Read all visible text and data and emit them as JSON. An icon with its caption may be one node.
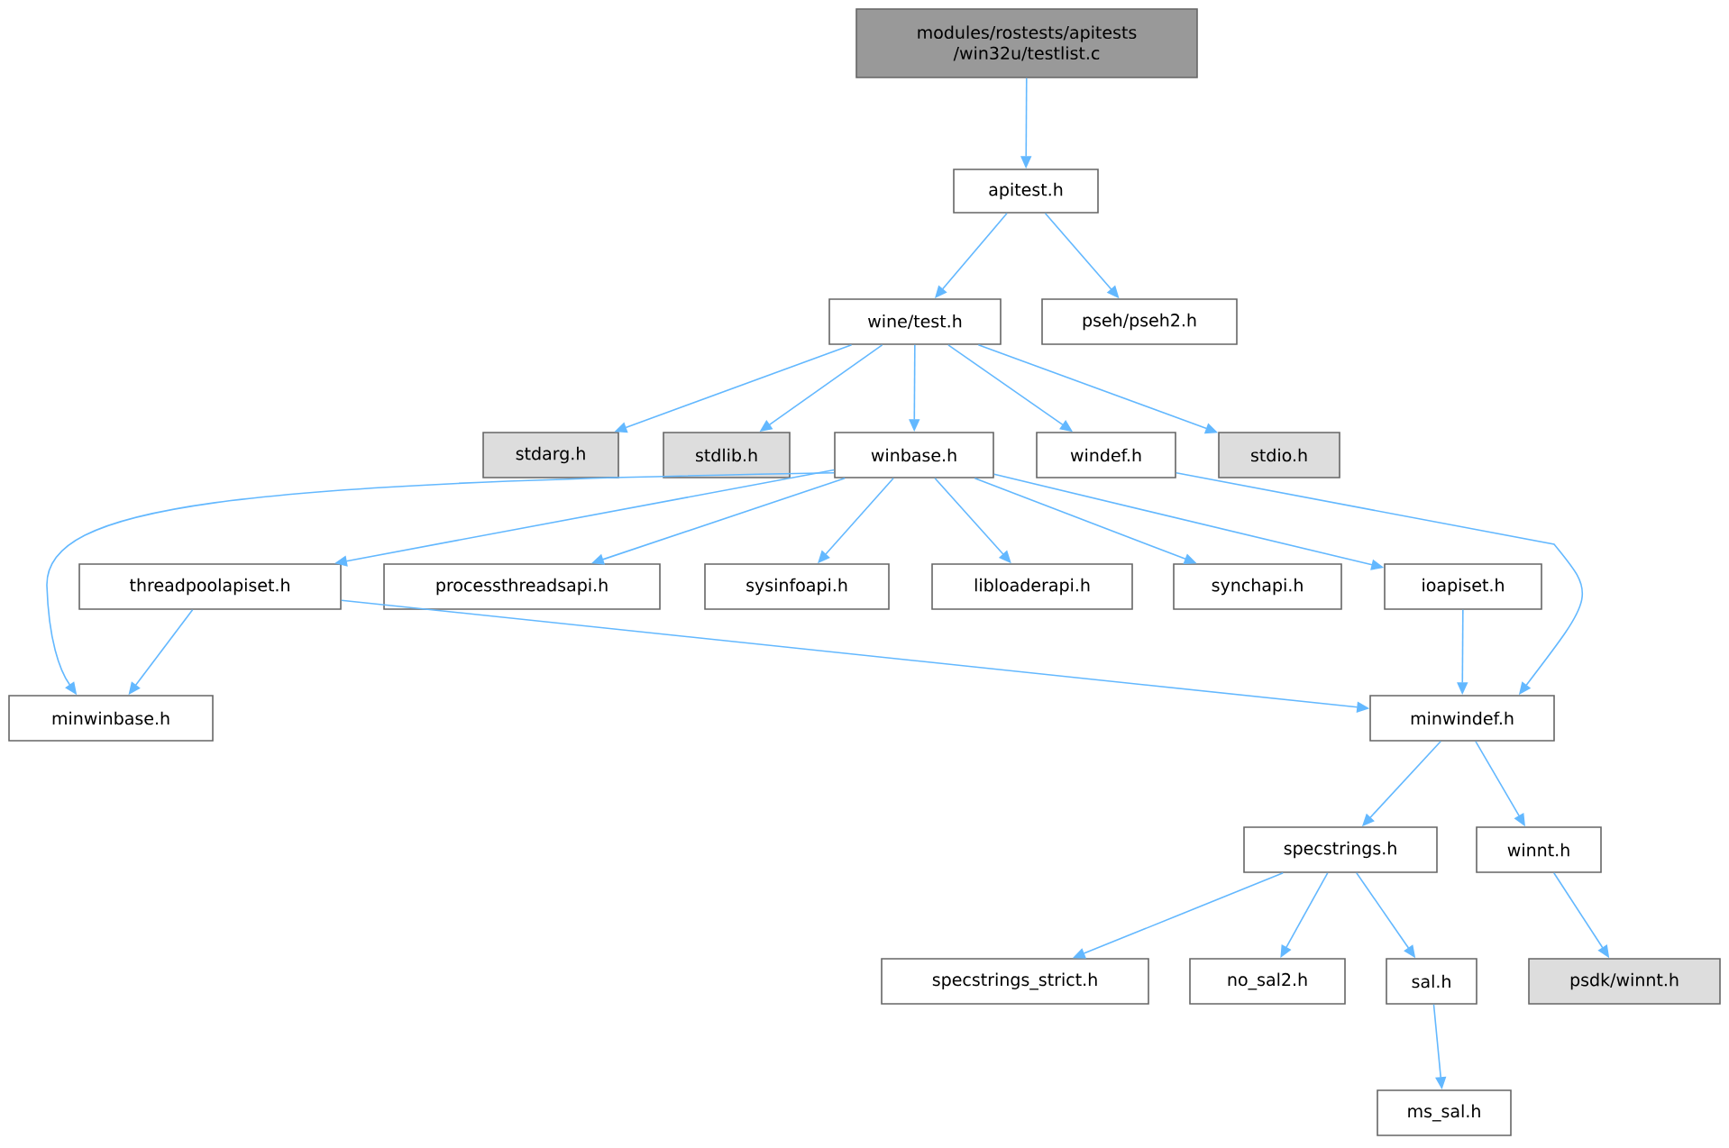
{
  "diagram": {
    "nodes": [
      {
        "text": [
          "modules/rostests/apitests /win32u/testlist.c"
        ]
      },
      {
        "text": [
          "apitest.h"
        ]
      },
      {
        "text": [
          "wine/test.h"
        ]
      },
      {
        "text": [
          "pseh/pseh2.h"
        ]
      },
      {
        "text": [
          "stdarg.h"
        ]
      },
      {
        "text": [
          "stdlib.h"
        ]
      },
      {
        "text": [
          "winbase.h"
        ]
      },
      {
        "text": [
          "windef.h"
        ]
      },
      {
        "text": [
          "stdio.h"
        ]
      },
      {
        "text": [
          "threadpoolapiset.h"
        ]
      },
      {
        "text": [
          "processthreadsapi.h"
        ]
      },
      {
        "text": [
          "sysinfoapi.h"
        ]
      },
      {
        "text": [
          "libloaderapi.h"
        ]
      },
      {
        "text": [
          "synchapi.h"
        ]
      },
      {
        "text": [
          "ioapiset.h"
        ]
      },
      {
        "text": [
          "minwinbase.h"
        ]
      },
      {
        "text": [
          "minwindef.h"
        ]
      },
      {
        "text": [
          "specstrings.h"
        ]
      },
      {
        "text": [
          "winnt.h"
        ]
      },
      {
        "text": [
          "specstrings_strict.h"
        ]
      },
      {
        "text": [
          "no_sal2.h"
        ]
      },
      {
        "text": [
          "sal.h"
        ]
      },
      {
        "text": [
          "psdk/winnt.h"
        ]
      },
      {
        "text": [
          "ms_sal.h"
        ]
      }
    ],
    "edges": [
      {
        "from": 0,
        "to": 1,
        "arrow": "to"
      },
      {
        "from": 1,
        "to": 2,
        "arrow": "to"
      },
      {
        "from": 1,
        "to": 3,
        "arrow": "to"
      },
      {
        "from": 2,
        "to": 4,
        "arrow": "to"
      },
      {
        "from": 2,
        "to": 5,
        "arrow": "to"
      },
      {
        "from": 2,
        "to": 6,
        "arrow": "to"
      },
      {
        "from": 2,
        "to": 7,
        "arrow": "to"
      },
      {
        "from": 2,
        "to": 8,
        "arrow": "to"
      },
      {
        "from": 6,
        "to": 15,
        "arrow": "to"
      },
      {
        "from": 6,
        "to": 9,
        "arrow": "to"
      },
      {
        "from": 6,
        "to": 10,
        "arrow": "to"
      },
      {
        "from": 6,
        "to": 11,
        "arrow": "to"
      },
      {
        "from": 6,
        "to": 12,
        "arrow": "to"
      },
      {
        "from": 6,
        "to": 13,
        "arrow": "to"
      },
      {
        "from": 6,
        "to": 14,
        "arrow": "to"
      },
      {
        "from": 7,
        "to": 16,
        "arrow": "to"
      },
      {
        "from": 9,
        "to": 15,
        "arrow": "to"
      },
      {
        "from": 9,
        "to": 16,
        "arrow": "to"
      },
      {
        "from": 14,
        "to": 16,
        "arrow": "to"
      },
      {
        "from": 16,
        "to": 17,
        "arrow": "to"
      },
      {
        "from": 16,
        "to": 18,
        "arrow": "to"
      },
      {
        "from": 17,
        "to": 19,
        "arrow": "to"
      },
      {
        "from": 17,
        "to": 20,
        "arrow": "to"
      },
      {
        "from": 17,
        "to": 21,
        "arrow": "to"
      },
      {
        "from": 18,
        "to": 22,
        "arrow": "to"
      },
      {
        "from": 21,
        "to": 23,
        "arrow": "to"
      }
    ]
  }
}
